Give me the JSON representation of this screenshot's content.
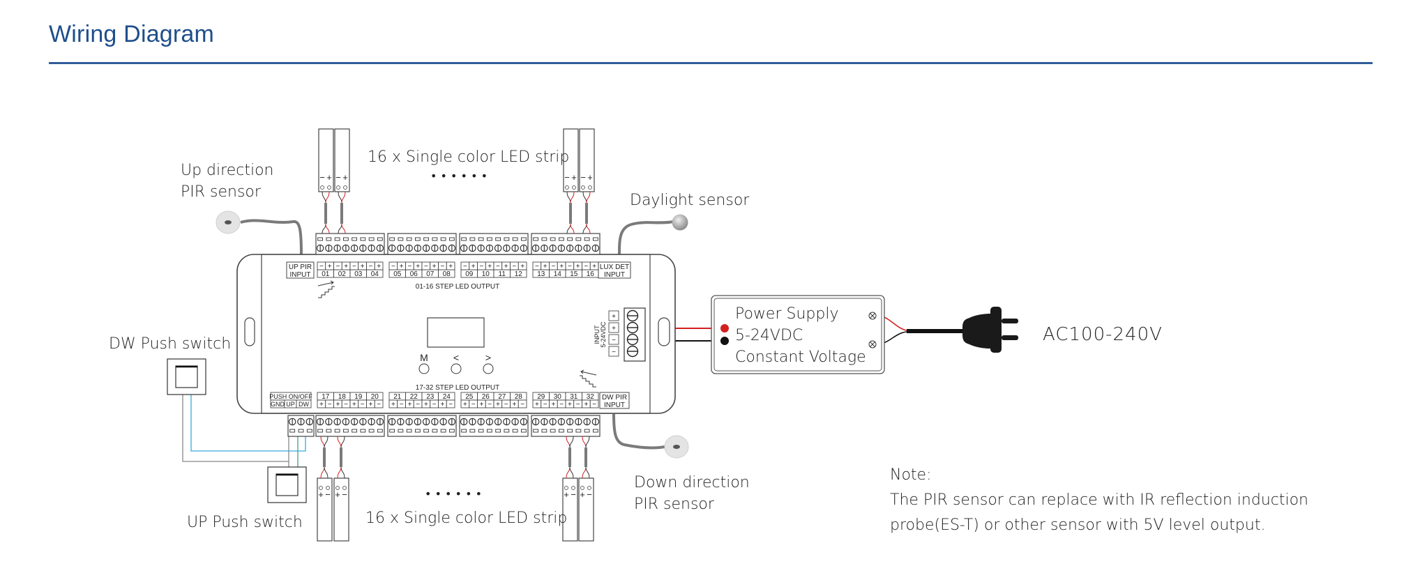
{
  "header": {
    "title": "Wiring Diagram",
    "accent_color": "#1f4e8c"
  },
  "labels": {
    "up_pir_sensor": [
      "Up direction",
      "PIR sensor"
    ],
    "down_pir_sensor": [
      "Down direction",
      "PIR sensor"
    ],
    "daylight_sensor": "Daylight sensor",
    "dw_push_switch": "DW Push switch",
    "up_push_switch": "UP Push switch",
    "led_strip_top": "16 x Single color LED strip",
    "led_strip_bottom": "16 x Single color LED strip",
    "ellipsis": "• • • • • •",
    "ac_input": "AC100-240V"
  },
  "power_supply": {
    "lines": [
      "Power Supply",
      "5-24VDC",
      "Constant Voltage"
    ]
  },
  "controller": {
    "up_pir_input": [
      "UP PIR",
      "INPUT"
    ],
    "lux_det_input": [
      "LUX DET",
      "INPUT"
    ],
    "dw_pir_input": [
      "DW PIR",
      "INPUT"
    ],
    "push_on_off": [
      "PUSH ON/OFF",
      "GND",
      "UP",
      "DW"
    ],
    "top_output_label": "01-16 STEP LED OUTPUT",
    "bottom_output_label": "17-32 STEP LED OUTPUT",
    "top_channels": [
      "01",
      "02",
      "03",
      "04",
      "05",
      "06",
      "07",
      "08",
      "09",
      "10",
      "11",
      "12",
      "13",
      "14",
      "15",
      "16"
    ],
    "bottom_channels": [
      "17",
      "18",
      "19",
      "20",
      "21",
      "22",
      "23",
      "24",
      "25",
      "26",
      "27",
      "28",
      "29",
      "30",
      "31",
      "32"
    ],
    "top_polarity": [
      "−",
      "+"
    ],
    "bottom_polarity": [
      "+",
      "−"
    ],
    "input_label": [
      "INPUT",
      "5-24VDC"
    ],
    "input_terminals": [
      "+",
      "+",
      "−",
      "−"
    ],
    "buttons": [
      "M",
      "<",
      ">"
    ]
  },
  "strip_polarity": {
    "top": [
      "−",
      "+"
    ],
    "bottom": [
      "+",
      "−"
    ]
  },
  "note": {
    "title": "Note:",
    "lines": [
      "The PIR sensor can replace with IR reflection induction",
      "probe(ES-T) or other sensor with 5V level output."
    ]
  },
  "colors": {
    "positive_wire": "#d32020",
    "negative_wire": "#111111",
    "push_wire_blue": "#3aa9dc",
    "push_wire_green": "#3aa878",
    "cable_grey": "#7a7a7a"
  }
}
